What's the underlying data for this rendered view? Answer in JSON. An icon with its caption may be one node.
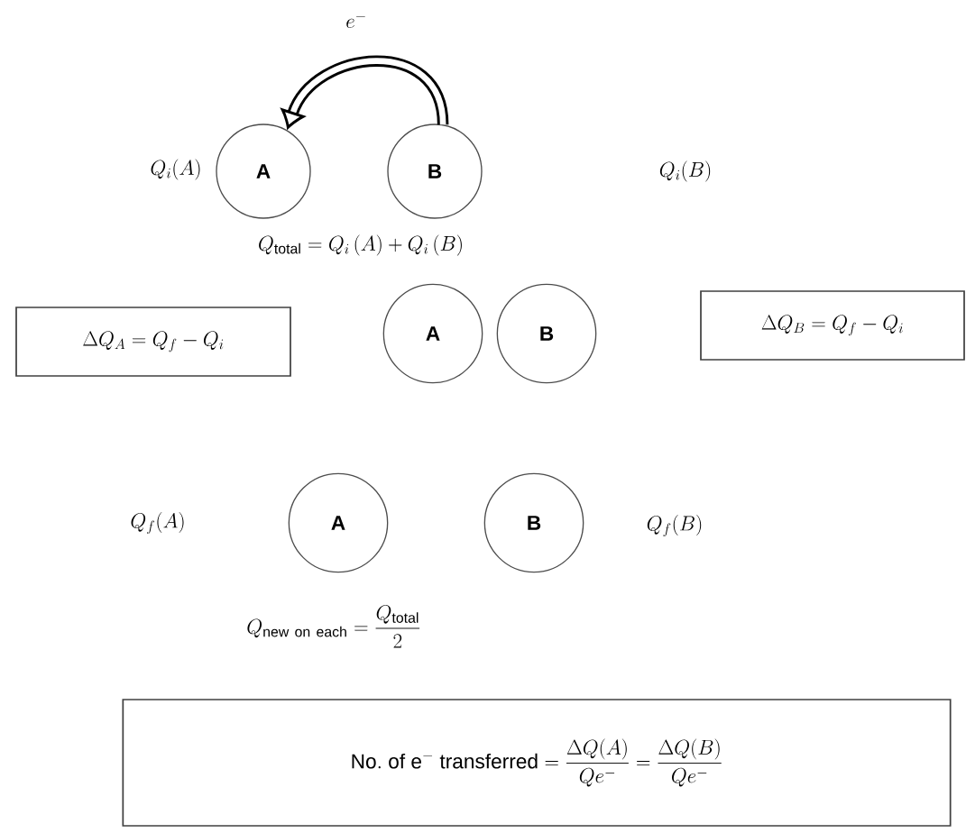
{
  "diagram": {
    "nodes": [
      {
        "text": [
          "A"
        ]
      },
      {
        "text": [
          "B"
        ]
      },
      {
        "text": [
          "A"
        ]
      },
      {
        "text": [
          "B"
        ]
      },
      {
        "text": [
          "\\Delta Q_A = Q_f - Q_i"
        ]
      },
      {
        "text": [
          "\\Delta Q_B = Q_f - Q_i"
        ]
      },
      {
        "text": [
          "A"
        ]
      },
      {
        "text": [
          "B"
        ]
      },
      {
        "text": [
          "\\mathrm{No.\\ of\\ e^{-}\\ transferred} = \\dfrac{\\Delta Q(A)}{Qe^{-}} = \\dfrac{\\Delta Q(B)}{Qe^{-}}"
        ]
      }
    ],
    "edges": [
      {
        "from": 1,
        "to": 0,
        "arrow": "to",
        "label": "e^{-}"
      }
    ],
    "labels": [
      "Q_i(A)",
      "Q_i(B)",
      "Q_{\\mathrm{total}} = Q_i\\,(A) + Q_i\\,(B)",
      "Q_f(A)",
      "Q_f(B)",
      "Q_{\\mathrm{new\\ on\\ each}} = \\dfrac{Q_{\\mathrm{total}}}{2}"
    ]
  }
}
